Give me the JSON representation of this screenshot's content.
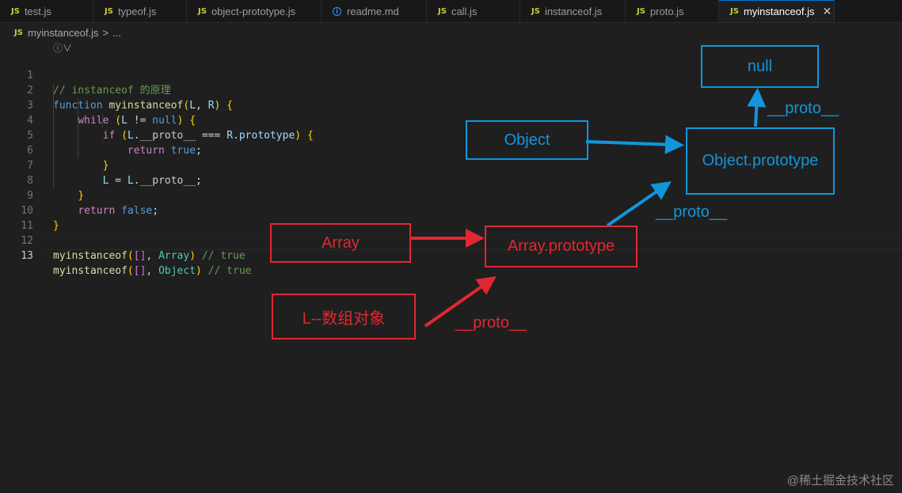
{
  "tabs": [
    {
      "label": "test.js",
      "type": "js",
      "active": false
    },
    {
      "label": "typeof.js",
      "type": "js",
      "active": false
    },
    {
      "label": "object-prototype.js",
      "type": "js",
      "active": false
    },
    {
      "label": "readme.md",
      "type": "md",
      "active": false
    },
    {
      "label": "call.js",
      "type": "js",
      "active": false
    },
    {
      "label": "instanceof.js",
      "type": "js",
      "active": false
    },
    {
      "label": "proto.js",
      "type": "js",
      "active": false
    },
    {
      "label": "myinstanceof.js",
      "type": "js",
      "active": true
    }
  ],
  "js_badge": "JS",
  "breadcrumb": {
    "file": "myinstanceof.js",
    "separator": ">",
    "more": "..."
  },
  "codelens": "ⓘ∨",
  "code": {
    "line_numbers": [
      "1",
      "2",
      "3",
      "4",
      "5",
      "6",
      "7",
      "8",
      "9",
      "10",
      "11",
      "12",
      "13"
    ],
    "current_line": 13,
    "lines": [
      "// instanceof 的原理",
      "function myinstanceof(L, R) {",
      "    while (L != null) {",
      "        if (L.__proto__ === R.prototype) {",
      "            return true;",
      "        }",
      "        L = L.__proto__;",
      "    }",
      "    return false;",
      "}",
      "",
      "myinstanceof([], Array) // true",
      "myinstanceof([], Object) // true"
    ]
  },
  "diagram": {
    "boxes": {
      "null": "null",
      "object": "Object",
      "object_prototype": "Object.prototype",
      "array": "Array",
      "array_prototype": "Array.prototype",
      "l_array": "L--数组对象"
    },
    "labels": {
      "proto_top": "__proto__",
      "proto_mid": "__proto__",
      "proto_bottom": "__proto__"
    },
    "colors": {
      "blue": "#1296db",
      "red": "#e02833"
    }
  },
  "watermark": "@稀土掘金技术社区"
}
